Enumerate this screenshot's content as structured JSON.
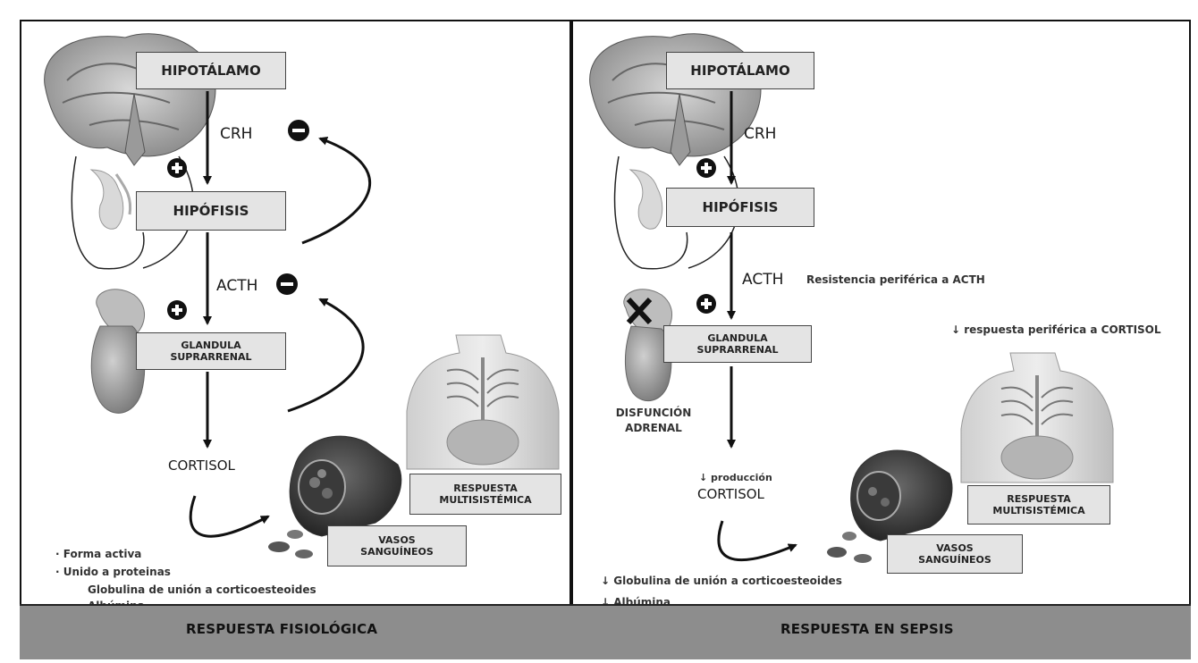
{
  "left_panel": {
    "hipotalamo": "HIPOTÁLAMO",
    "crh": "CRH",
    "hipofisis": "HIPÓFISIS",
    "acth": "ACTH",
    "glandula": "GLANDULA SUPRARRENAL",
    "cortisol": "CORTISOL",
    "respuesta_multi": "RESPUESTA MULTISISTÉMICA",
    "vasos": "VASOS SANGUÍNEOS",
    "notes": [
      "· Forma activa",
      "· Unido a proteinas",
      "Globulina de unión a corticoesteoides",
      "Albúmina"
    ],
    "footer": "RESPUESTA FISIOLÓGICA"
  },
  "right_panel": {
    "hipotalamo": "HIPOTÁLAMO",
    "crh": "CRH",
    "hipofisis": "HIPÓFISIS",
    "acth": "ACTH",
    "acth_note": "Resistencia periférica a ACTH",
    "glandula": "GLANDULA SUPRARRENAL",
    "cortisol_note": "↓ respuesta periférica a CORTISOL",
    "disfuncion": "DISFUNCIÓN ADRENAL",
    "produccion": "↓ producción",
    "cortisol": "CORTISOL",
    "respuesta_multi": "RESPUESTA MULTISISTÉMICA",
    "vasos": "VASOS SANGUÍNEOS",
    "notes": [
      "↓ Globulina de unión a corticoesteoides",
      "↓ Albúmina"
    ],
    "footer": "RESPUESTA EN SEPSIS"
  },
  "symbols": {
    "plus": "+",
    "minus": "−",
    "cross": "✕"
  }
}
